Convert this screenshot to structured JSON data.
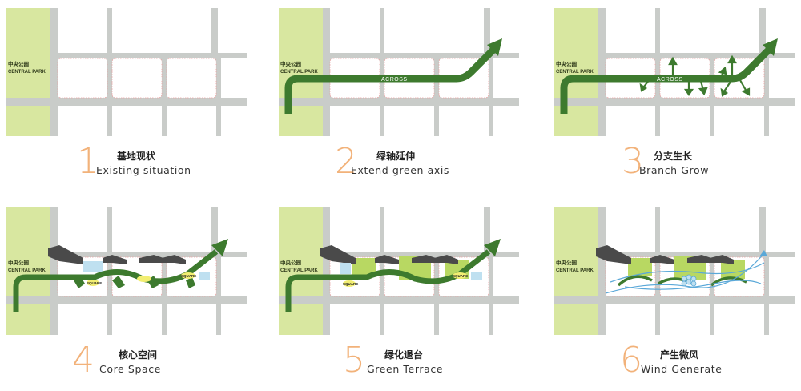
{
  "park": {
    "label_zh": "中央公园",
    "label_en": "CENTRAL PARK"
  },
  "axis_label": "ACROSS",
  "square_label": "SQUARE",
  "colors": {
    "park": "#d8e7a0",
    "road": "#c9ccc9",
    "block": "#ffffff",
    "axis": "#3d7a2e",
    "number": "#f2b27a",
    "building": "#4a4a4a",
    "terrace": "#b8d862",
    "water": "#bfe0f0",
    "wind": "#5aa8d8"
  },
  "steps": [
    {
      "number": "1",
      "title_zh": "基地现状",
      "title_en": "Existing situation"
    },
    {
      "number": "2",
      "title_zh": "绿轴延伸",
      "title_en": "Extend green axis"
    },
    {
      "number": "3",
      "title_zh": "分支生长",
      "title_en": "Branch Grow"
    },
    {
      "number": "4",
      "title_zh": "核心空间",
      "title_en": "Core Space"
    },
    {
      "number": "5",
      "title_zh": "绿化退台",
      "title_en": "Green Terrace"
    },
    {
      "number": "6",
      "title_zh": "产生微风",
      "title_en": "Wind Generate"
    }
  ]
}
